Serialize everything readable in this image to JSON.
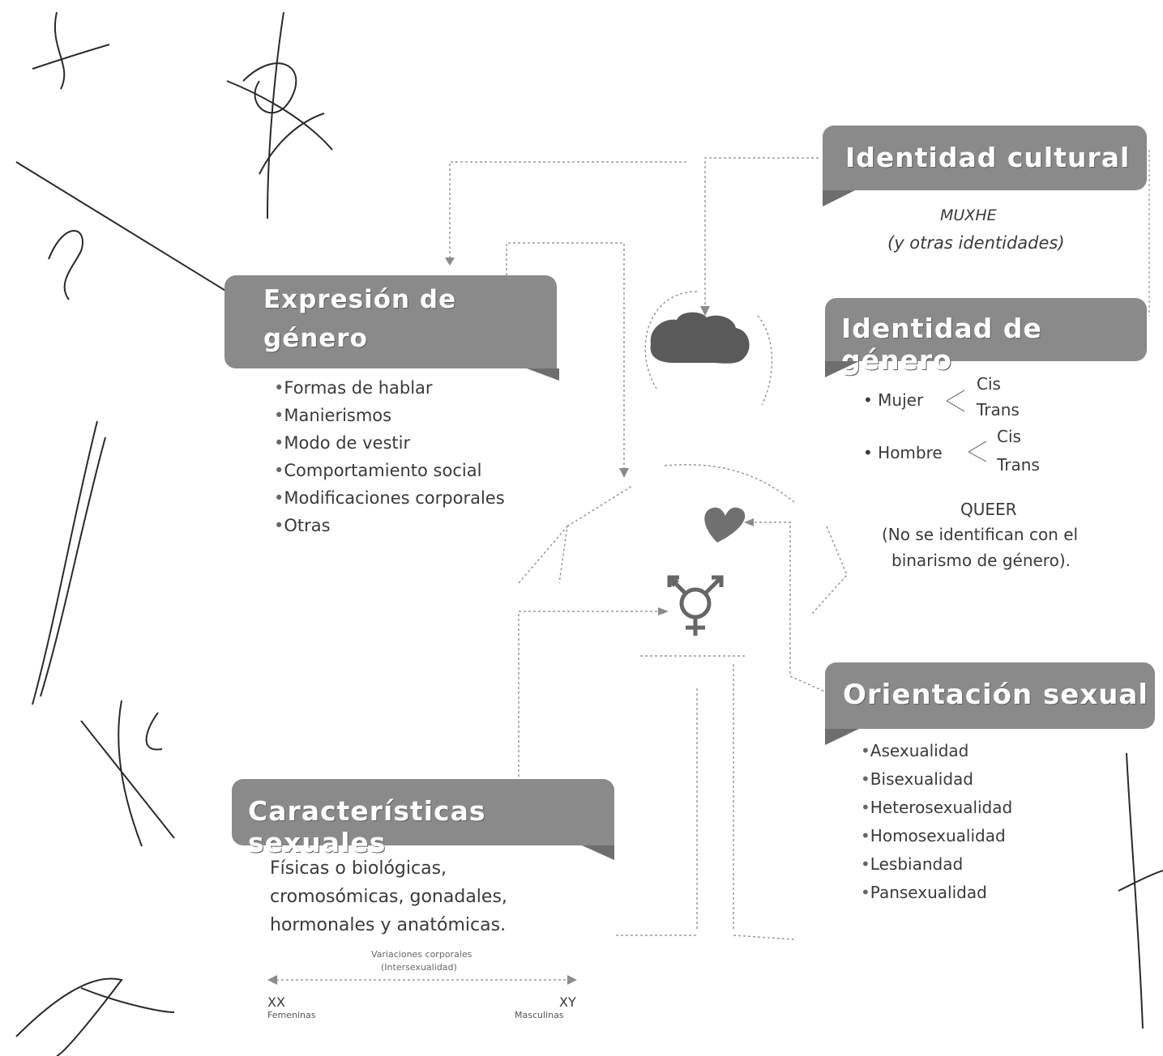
{
  "expresion": {
    "title_line1": "Expresión de",
    "title_line2": "género",
    "items": [
      "Formas de hablar",
      "Manierismos",
      "Modo de vestir",
      "Comportamiento social",
      "Modificaciones corporales",
      "Otras"
    ]
  },
  "identidad_cultural": {
    "title": "Identidad cultural",
    "line1": "MUXHE",
    "line2": "(y otras identidades)"
  },
  "identidad_genero": {
    "title": "Identidad de género",
    "mujer": "Mujer",
    "hombre": "Hombre",
    "cis": "Cis",
    "trans": "Trans",
    "queer": "QUEER",
    "queer_desc1": "(No se identifican con el",
    "queer_desc2": "binarismo de género)."
  },
  "orientacion": {
    "title": "Orientación sexual",
    "items": [
      "Asexualidad",
      "Bisexualidad",
      "Heterosexualidad",
      "Homosexualidad",
      "Lesbiandad",
      "Pansexualidad"
    ]
  },
  "caracteristicas": {
    "title": "Características sexuales",
    "desc1": "Físicas o biológicas,",
    "desc2": "cromosómicas, gonadales,",
    "desc3": "hormonales y anatómicas.",
    "variaciones1": "Variaciones corporales",
    "variaciones2": "(Intersexualidad)",
    "xx": "XX",
    "xx_label": "Femeninas",
    "xy": "XY",
    "xy_label": "Masculinas"
  },
  "colors": {
    "banner": "#8a8a8a",
    "text": "#3a3a3a",
    "icon": "#707070",
    "line": "#9a9a9a"
  }
}
